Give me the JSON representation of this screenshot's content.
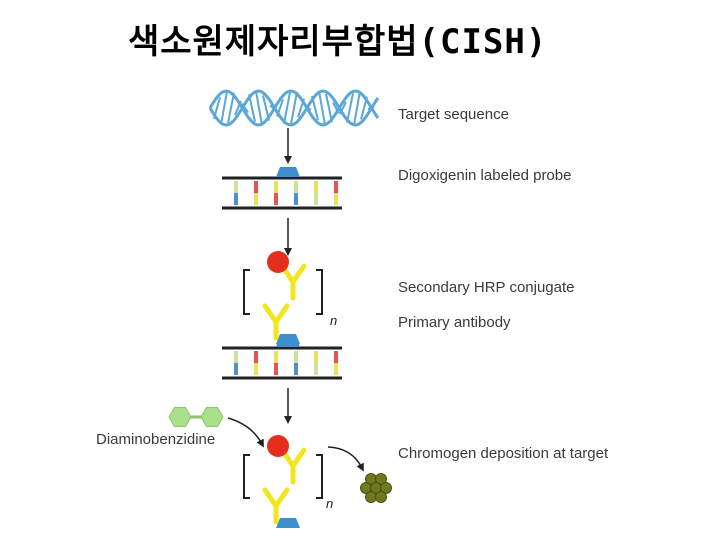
{
  "title": "색소원제자리부합법(CISH)",
  "labels": {
    "target_sequence": "Target sequence",
    "probe": "Digoxigenin labeled probe",
    "secondary": "Secondary HRP conjugate",
    "primary": "Primary antibody",
    "dab": "Diaminobenzidine",
    "chromogen": "Chromogen deposition at target",
    "n1": "n",
    "n2": "n"
  },
  "colors": {
    "dna_helix": "#5aa7d8",
    "strand": "#222222",
    "probe_tag": "#3e8fd0",
    "hrp": "#e42f1f",
    "antibody": "#f2e61c",
    "dab": "#a9e08c",
    "chromogen": "#6f7a1e",
    "bar_colors": [
      "#c9e3a3",
      "#e85252",
      "#e9e25a",
      "#4f8fd0"
    ]
  }
}
